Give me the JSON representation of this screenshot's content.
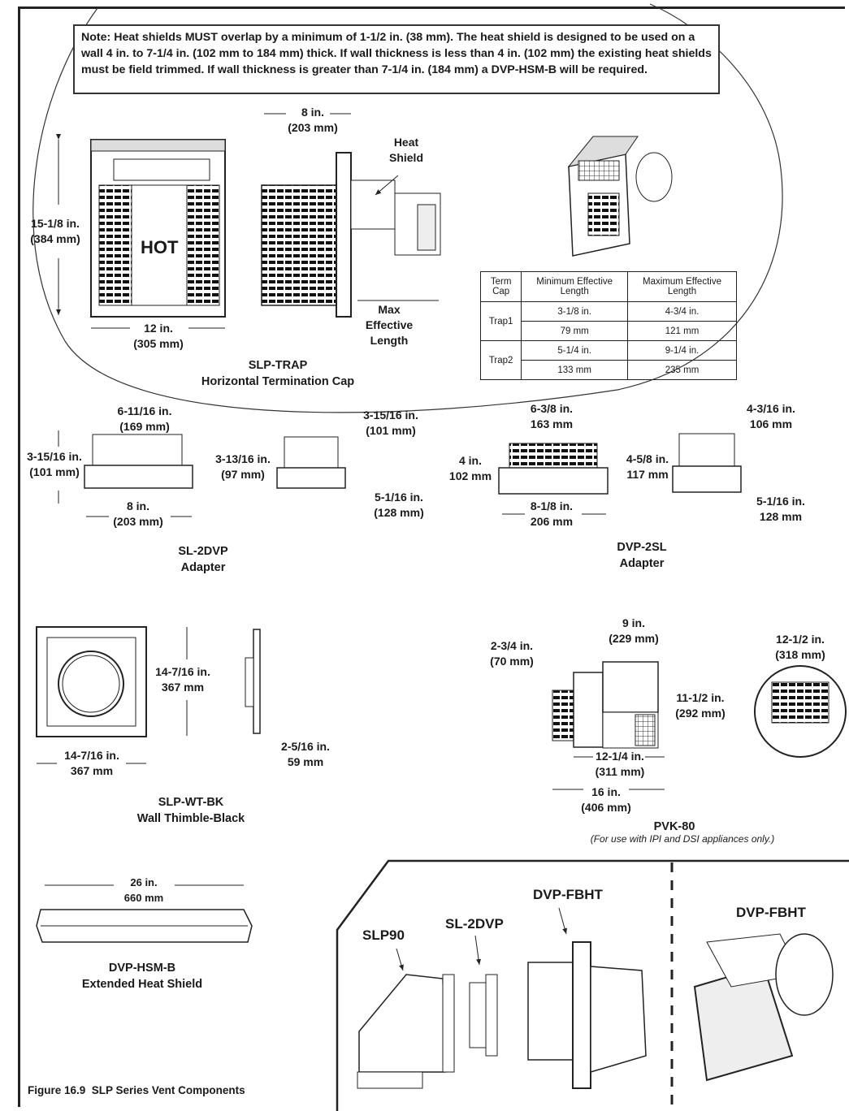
{
  "note": "Note: Heat shields MUST overlap by a minimum of 1-1/2 in. (38 mm). The heat shield is designed to be used on a wall 4 in. to 7-1/4 in. (102 mm to 184 mm) thick. If wall thickness is less than 4 in. (102 mm) the existing heat shields must be field trimmed. If wall thickness is greater than 7-1/4 in. (184 mm) a DVP-HSM-B will be required.",
  "slp_trap": {
    "height_in": "15-1/8 in.",
    "height_mm": "(384 mm)",
    "width_in": "12 in.",
    "width_mm": "(305 mm)",
    "depth_in": "8 in.",
    "depth_mm": "(203 mm)",
    "hot_label": "HOT",
    "heat_shield_1": "Heat",
    "heat_shield_2": "Shield",
    "max_eff_1": "Max",
    "max_eff_2": "Effective",
    "max_eff_3": "Length",
    "title": "SLP-TRAP",
    "subtitle": "Horizontal Termination Cap"
  },
  "term_table": {
    "headers": [
      "Term Cap",
      "Minimum Effective Length",
      "Maximum Effective Length"
    ],
    "rows": [
      {
        "cap": "Trap1",
        "min_in": "3-1/8 in.",
        "max_in": "4-3/4 in.",
        "min_mm": "79 mm",
        "max_mm": "121 mm"
      },
      {
        "cap": "Trap2",
        "min_in": "5-1/4 in.",
        "max_in": "9-1/4  in.",
        "min_mm": "133 mm",
        "max_mm": "235 mm"
      }
    ]
  },
  "sl2dvp": {
    "top_in": "6-11/16 in.",
    "top_mm": "(169 mm)",
    "h_in": "3-15/16 in.",
    "h_mm": "(101 mm)",
    "w_in": "8 in.",
    "w_mm": "(203 mm)",
    "side_top_in": "3-15/16 in.",
    "side_top_mm": "(101 mm)",
    "side_h_in": "3-13/16 in.",
    "side_h_mm": "(97 mm)",
    "side_w_in": "5-1/16 in.",
    "side_w_mm": "(128 mm)",
    "title": "SL-2DVP",
    "subtitle": "Adapter"
  },
  "dvp2sl": {
    "top_in": "6-3/8 in.",
    "top_mm": "163 mm",
    "h_in": "4 in.",
    "h_mm": "102 mm",
    "w_in": "8-1/8 in.",
    "w_mm": "206 mm",
    "side_top_in": "4-3/16 in.",
    "side_top_mm": "106 mm",
    "side_h_in": "4-5/8 in.",
    "side_h_mm": "117 mm",
    "side_w_in": "5-1/16 in.",
    "side_w_mm": "128 mm",
    "title": "DVP-2SL",
    "subtitle": "Adapter"
  },
  "wall_thimble": {
    "h_in": "14-7/16 in.",
    "h_mm": "367 mm",
    "w_in": "14-7/16 in.",
    "w_mm": "367 mm",
    "d_in": "2-5/16 in.",
    "d_mm": "59 mm",
    "title": "SLP-WT-BK",
    "subtitle": "Wall Thimble-Black"
  },
  "pvk80": {
    "a_in": "2-3/4 in.",
    "a_mm": "(70 mm)",
    "b_in": "9 in.",
    "b_mm": "(229 mm)",
    "c_in": "11-1/2 in.",
    "c_mm": "(292 mm)",
    "d_in": "12-1/4 in.",
    "d_mm": "(311 mm)",
    "e_in": "16 in.",
    "e_mm": "(406 mm)",
    "f_in": "12-1/2 in.",
    "f_mm": "(318 mm)",
    "title": "PVK-80",
    "subtitle": "(For use with IPI and DSI appliances only.)"
  },
  "hsmb": {
    "len_in": "26 in.",
    "len_mm": "660 mm",
    "title": "DVP-HSM-B",
    "subtitle": "Extended Heat Shield"
  },
  "assembly": {
    "slp90": "SLP90",
    "sl2dvp": "SL-2DVP",
    "fbht": "DVP-FBHT",
    "fbht2": "DVP-FBHT"
  },
  "figure_caption": "Figure 16.9  SLP Series Vent Components"
}
